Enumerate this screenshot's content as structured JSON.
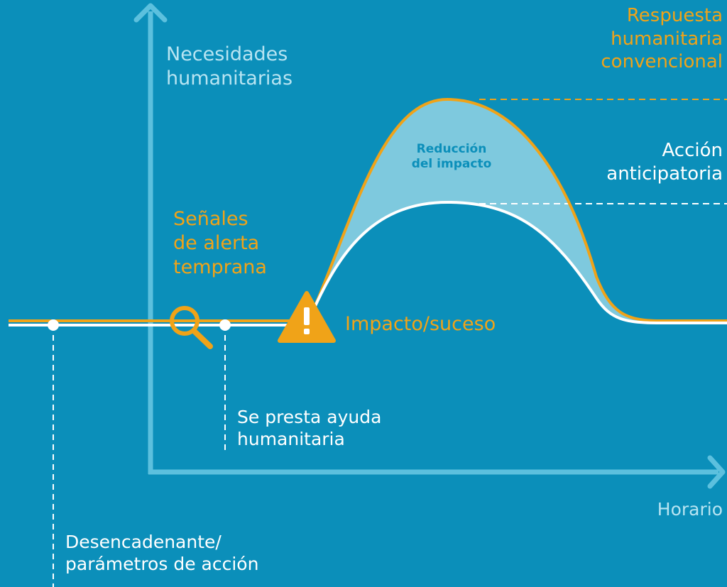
{
  "y_axis_label": [
    "Necesidades",
    "humanitarias"
  ],
  "x_axis_label": "Horario",
  "conventional_response_label": [
    "Respuesta",
    "humanitaria",
    "convencional"
  ],
  "anticipatory_action_label": [
    "Acción",
    "anticipatoria"
  ],
  "impact_reduction_label": [
    "Reducción",
    "del impacto"
  ],
  "early_warning_label": [
    "Señales",
    "de alerta",
    "temprana"
  ],
  "impact_event_label": "Impacto/suceso",
  "aid_delivered_label": [
    "Se presta ayuda",
    "humanitaria"
  ],
  "trigger_label": [
    "Desencadenante/",
    "parámetros de acción"
  ],
  "icons": {
    "warning": "warning-triangle-icon",
    "search": "magnifier-icon"
  },
  "colors": {
    "background": "#0b8fba",
    "axis": "#5cc0de",
    "axis_text": "#b7e4f2",
    "orange": "#f0a318",
    "white": "#ffffff",
    "reduction_fill": "#7ec9de"
  }
}
